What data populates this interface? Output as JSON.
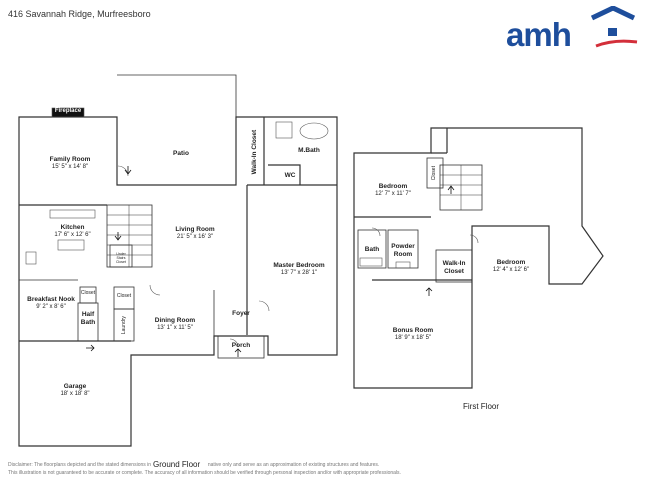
{
  "address": "416 Savannah Ridge, Murfreesboro",
  "logo": {
    "text": "amh",
    "color_text": "#1e4e9c",
    "color_roof": "#1e4e9c",
    "color_swoosh": "#d32f3a"
  },
  "ground_floor": {
    "title": "Ground Floor",
    "rooms": {
      "fireplace": {
        "name": "Fireplace"
      },
      "family_room": {
        "name": "Family Room",
        "dim": "15' 5\" x 14' 8\""
      },
      "patio": {
        "name": "Patio"
      },
      "walk_in_closet": {
        "name": "Walk-In Closet"
      },
      "m_bath": {
        "name": "M.Bath"
      },
      "wc": {
        "name": "WC"
      },
      "kitchen": {
        "name": "Kitchen",
        "dim": "17' 6\" x 12' 6\""
      },
      "living_room": {
        "name": "Living Room",
        "dim": "21' 5\" x 16' 3\""
      },
      "under_stairs_closet": {
        "name": "Under Stairs Closet"
      },
      "master_bedroom": {
        "name": "Master Bedroom",
        "dim": "13' 7\" x 28' 1\""
      },
      "breakfast_nook": {
        "name": "Breakfast Nook",
        "dim": "9' 2\" x 8' 6\""
      },
      "closet_a": {
        "name": "Closet"
      },
      "closet_b": {
        "name": "Closet"
      },
      "half_bath": {
        "name": "Half Bath"
      },
      "laundry": {
        "name": "Laundry"
      },
      "dining_room": {
        "name": "Dining Room",
        "dim": "13' 1\" x 11' 5\""
      },
      "foyer": {
        "name": "Foyer"
      },
      "porch": {
        "name": "Porch"
      },
      "garage": {
        "name": "Garage",
        "dim": "18' x 18' 8\""
      }
    }
  },
  "first_floor": {
    "title": "First Floor",
    "rooms": {
      "bedroom_1": {
        "name": "Bedroom",
        "dim": "12' 7\" x 11' 7\""
      },
      "closet": {
        "name": "Closet"
      },
      "bath": {
        "name": "Bath"
      },
      "powder_room": {
        "name": "Powder Room"
      },
      "bedroom_2": {
        "name": "Bedroom",
        "dim": "12' 4\" x 12' 6\""
      },
      "walk_in_closet": {
        "name": "Walk-In Closet"
      },
      "bonus_room": {
        "name": "Bonus Room",
        "dim": "18' 9\" x 18' 5\""
      }
    }
  },
  "disclaimer": {
    "line1": "Disclaimer: The floorplans depicted and the stated dimensions in",
    "line1b": "native only and serve as an approximation of existing structures and features.",
    "line2": "This illustration is not guaranteed to be accurate or complete. The accuracy of all information should be verified through personal inspection and/or with appropriate professionals."
  }
}
